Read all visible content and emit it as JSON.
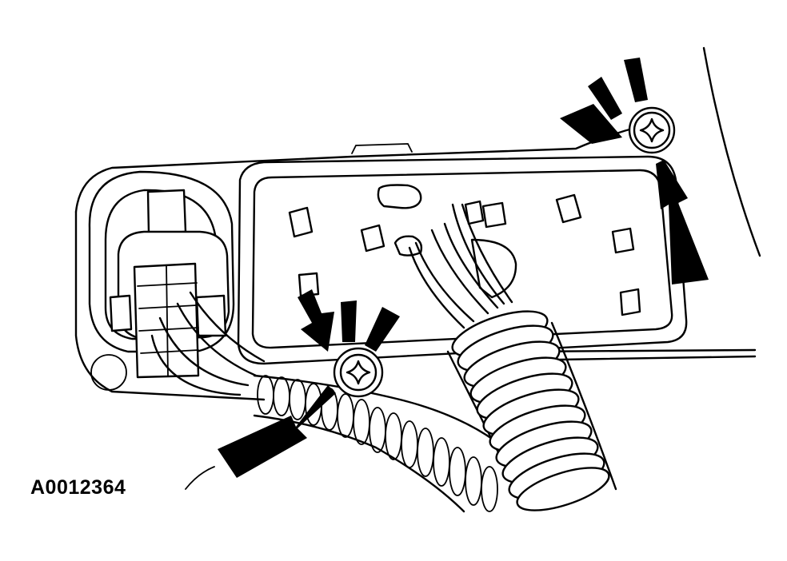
{
  "figure": {
    "identifier": "A0012364",
    "colors": {
      "line": "#000000",
      "background": "#ffffff"
    },
    "callouts": [
      {
        "name": "upper-fastener",
        "indicator": "arrows"
      },
      {
        "name": "lower-fastener",
        "indicator": "arrows"
      }
    ]
  }
}
